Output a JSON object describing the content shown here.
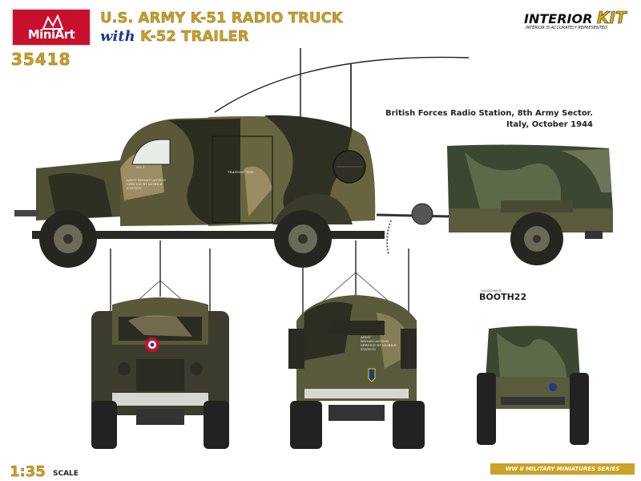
{
  "brand": {
    "logo_text": "MiniArt",
    "kit_number": "35418"
  },
  "title": {
    "line1": "U.S. ARMY K-51 RADIO TRUCK",
    "with": "with",
    "line2": "K-52 TRAILER"
  },
  "badge": {
    "main": "INTERIOR",
    "kit": "KIT",
    "sub": "INTERIOR IS ACCURATELY REPRESENTED"
  },
  "caption": {
    "line1": "British Forces Radio Station, 8th Army Sector.",
    "line2": "Italy, October 1944"
  },
  "vehicle_markings": {
    "side_door": "TRANSMITTER",
    "side_body": "ARMY BROADCASTING SERVICE B1 MOBILE STATION",
    "side_number": "NO 1"
  },
  "booth": {
    "sub": "VOLODYMYR",
    "label": "BOOTH22"
  },
  "scale": {
    "value": "1:35",
    "label": "SCALE"
  },
  "series": "WW II MILITARY MINIATURES SERIES",
  "colors": {
    "brand_red": "#c8102e",
    "title_gold": "#c9a227",
    "camo_olive": "#5b5a3a",
    "camo_dark": "#2c2f24",
    "camo_sand": "#a8976a"
  }
}
